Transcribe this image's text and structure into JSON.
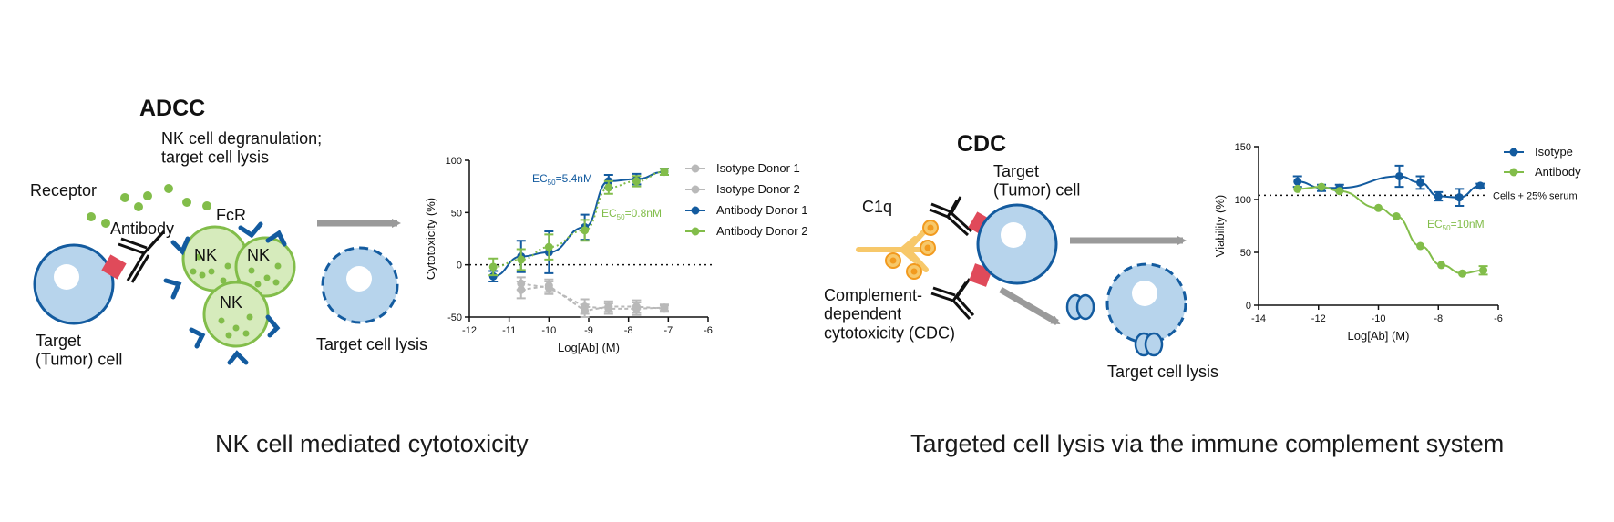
{
  "colors": {
    "blue": "#135b9f",
    "green": "#82bd4a",
    "gray": "#b9b9b9",
    "cell_fill": "#b7d4ec",
    "nk_fill": "#d6ebbc",
    "antigen": "#e04a5a",
    "c1q": "#f7c86a",
    "c1q_head": "#f29a1e",
    "arrow": "#9a9a9a"
  },
  "adcc": {
    "title": "ADCC",
    "degranulation": "NK cell degranulation;\ntarget cell lysis",
    "receptor": "Receptor",
    "antibody": "Antibody",
    "fcr": "FcR",
    "nk1": "NK",
    "nk2": "NK",
    "nk3": "NK",
    "target": "Target\n(Tumor) cell",
    "lysis": "Target cell lysis",
    "caption": "NK cell mediated cytotoxicity"
  },
  "cdc": {
    "title": "CDC",
    "target": "Target\n(Tumor) cell",
    "c1q": "C1q",
    "complement": "Complement-\ndependent\ncytotoxicity (CDC)",
    "lysis": "Target cell lysis",
    "caption": "Targeted cell lysis via the immune complement system"
  },
  "chart_data": [
    {
      "type": "line",
      "xlabel": "Log[Ab] (M)",
      "ylabel": "Cytotoxicity (%)",
      "xlim": [
        -12,
        -6
      ],
      "ylim": [
        -50,
        100
      ],
      "xticks": [
        -12,
        -11,
        -10,
        -9,
        -8,
        -7,
        -6
      ],
      "yticks": [
        -50,
        0,
        50,
        100
      ],
      "reference_line": {
        "y": 0
      },
      "legend_position": "right",
      "series": [
        {
          "name": "Isotype Donor 1",
          "color": "#b9b9b9",
          "style": "dashed",
          "x": [
            -10.7,
            -10,
            -9.1,
            -8.5,
            -7.8,
            -7.1
          ],
          "y": [
            -18,
            -22,
            -40,
            -42,
            -42,
            -41
          ],
          "err": [
            6,
            6,
            7,
            5,
            6,
            3
          ]
        },
        {
          "name": "Isotype Donor 2",
          "color": "#b9b9b9",
          "style": "dashed",
          "x": [
            -10.7,
            -10,
            -9.1,
            -8.5,
            -7.8,
            -7.1
          ],
          "y": [
            -24,
            -20,
            -44,
            -40,
            -40,
            -42
          ],
          "err": [
            8,
            6,
            6,
            5,
            6,
            3
          ]
        },
        {
          "name": "Antibody Donor 1",
          "color": "#135b9f",
          "style": "solid",
          "x": [
            -11.4,
            -10.7,
            -10,
            -9.1,
            -8.5,
            -7.8,
            -7.1
          ],
          "y": [
            -11,
            8,
            12,
            36,
            80,
            82,
            89
          ],
          "err": [
            5,
            15,
            20,
            12,
            6,
            5,
            3
          ],
          "ec50_label": "EC50=5.4nM"
        },
        {
          "name": "Antibody Donor 2",
          "color": "#82bd4a",
          "style": "dotted",
          "x": [
            -11.4,
            -10.7,
            -10,
            -9.1,
            -8.5,
            -7.8,
            -7.1
          ],
          "y": [
            -2,
            5,
            17,
            33,
            74,
            80,
            89
          ],
          "err": [
            8,
            10,
            12,
            10,
            6,
            5,
            3
          ],
          "ec50_label": "EC50=0.8nM"
        }
      ]
    },
    {
      "type": "line",
      "xlabel": "Log[Ab] (M)",
      "ylabel": "Viability (%)",
      "xlim": [
        -14,
        -6
      ],
      "ylim": [
        0,
        150
      ],
      "xticks": [
        -14,
        -12,
        -10,
        -8,
        -6
      ],
      "yticks": [
        0,
        50,
        100,
        150
      ],
      "reference_line": {
        "y": 104,
        "label": "Cells + 25% serum"
      },
      "legend_position": "top-right",
      "series": [
        {
          "name": "Isotype",
          "color": "#135b9f",
          "style": "solid",
          "x": [
            -12.7,
            -11.9,
            -11.3,
            -9.3,
            -8.6,
            -8.0,
            -7.3,
            -6.6
          ],
          "y": [
            117,
            111,
            111,
            122,
            116,
            103,
            102,
            113
          ],
          "err": [
            5,
            3,
            3,
            10,
            6,
            4,
            8,
            2
          ]
        },
        {
          "name": "Antibody",
          "color": "#82bd4a",
          "style": "solid",
          "x": [
            -12.7,
            -11.9,
            -11.3,
            -10.0,
            -9.4,
            -8.6,
            -7.9,
            -7.2,
            -6.5
          ],
          "y": [
            110,
            112,
            108,
            92,
            84,
            56,
            38,
            30,
            33
          ],
          "err": [
            0,
            0,
            0,
            0,
            0,
            0,
            0,
            0,
            4
          ],
          "ec50_label": "EC50=10nM"
        }
      ]
    }
  ]
}
